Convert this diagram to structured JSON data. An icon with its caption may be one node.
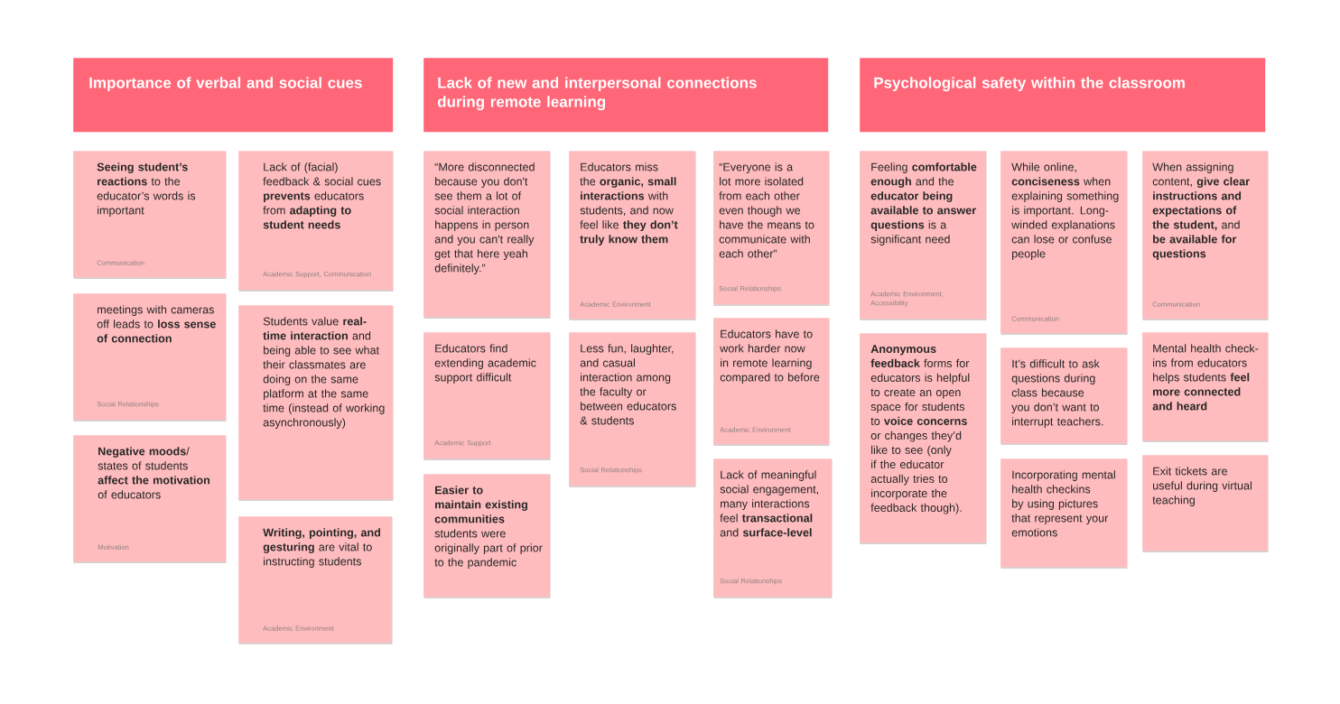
{
  "diagram": {
    "nodes": [
      {
        "text": [
          "Importance of verbal and social cues"
        ]
      },
      {
        "text": [
          "**Seeing student’s reactions** to the educator’s words is important",
          "Communication"
        ]
      },
      {
        "text": [
          "meetings with cameras off leads to **loss sense of connection**",
          "Social Relationships"
        ]
      },
      {
        "text": [
          "**Negative moods**/ states of students **affect the motivation** of educators",
          "Motivation"
        ]
      },
      {
        "text": [
          "Lack of (facial) feedback & social cues **prevents** educators from **adapting to student needs**",
          "Academic Support, Communication"
        ]
      },
      {
        "text": [
          "Students value **real-time interaction** and being able to see what their classmates are doing on the same platform at the same time (instead of working asynchronously)"
        ]
      },
      {
        "text": [
          "**Writing, pointing, and gesturing** are vital to instructing students",
          "Academic Environment"
        ]
      },
      {
        "text": [
          "Lack of new and interpersonal connections during remote learning"
        ]
      },
      {
        "text": [
          "“More disconnected because you don't see them a lot of social interaction happens in person and you can't really get that here yeah definitely.”"
        ]
      },
      {
        "text": [
          "Educators find extending academic support difficult",
          "Academic Support"
        ]
      },
      {
        "text": [
          "**Easier to maintain existing communities** students were originally part of prior to the pandemic"
        ]
      },
      {
        "text": [
          "Educators miss the **organic, small interactions** with students, and now feel like **they don’t truly know them**",
          "Academic Environment"
        ]
      },
      {
        "text": [
          "Less fun, laughter, and casual interaction among the faculty or between educators & students",
          "Social Relationships"
        ]
      },
      {
        "text": [
          "“Everyone is a lot more isolated from each other even though we have the means to communicate with each other”",
          "Social Relationships"
        ]
      },
      {
        "text": [
          "Educators have to work harder now in remote learning compared to before",
          "Academic Environment"
        ]
      },
      {
        "text": [
          "Lack of meaningful social engagement, many interactions feel **transactional** and **surface-level**",
          "Social Relationships"
        ]
      },
      {
        "text": [
          "Psychological safety within the classroom"
        ]
      },
      {
        "text": [
          "Feeling **comfortable enough** and the **educator being available to answer questions** is a significant need",
          "Academic Environment, Accessibility"
        ]
      },
      {
        "text": [
          "**Anonymous feedback** forms for educators is helpful to create an open space for students to **voice concerns** or changes they’d like to see (only if the educator actually tries to incorporate the feedback though)."
        ]
      },
      {
        "text": [
          "While online, **conciseness** when explaining something is important. Long-winded explanations can lose or confuse people",
          "Communication"
        ]
      },
      {
        "text": [
          "It’s difficult to ask questions during class because you don’t want to interrupt teachers."
        ]
      },
      {
        "text": [
          "Incorporating mental health checkins by using pictures that represent your emotions"
        ]
      },
      {
        "text": [
          "When assigning content, **give clear instructions and expectations of the student,** and **be available for questions**",
          "Communication"
        ]
      },
      {
        "text": [
          "Mental health check-ins from educators helps students **feel more connected and heard**"
        ]
      },
      {
        "text": [
          "Exit tickets are useful during virtual teaching"
        ]
      }
    ]
  }
}
